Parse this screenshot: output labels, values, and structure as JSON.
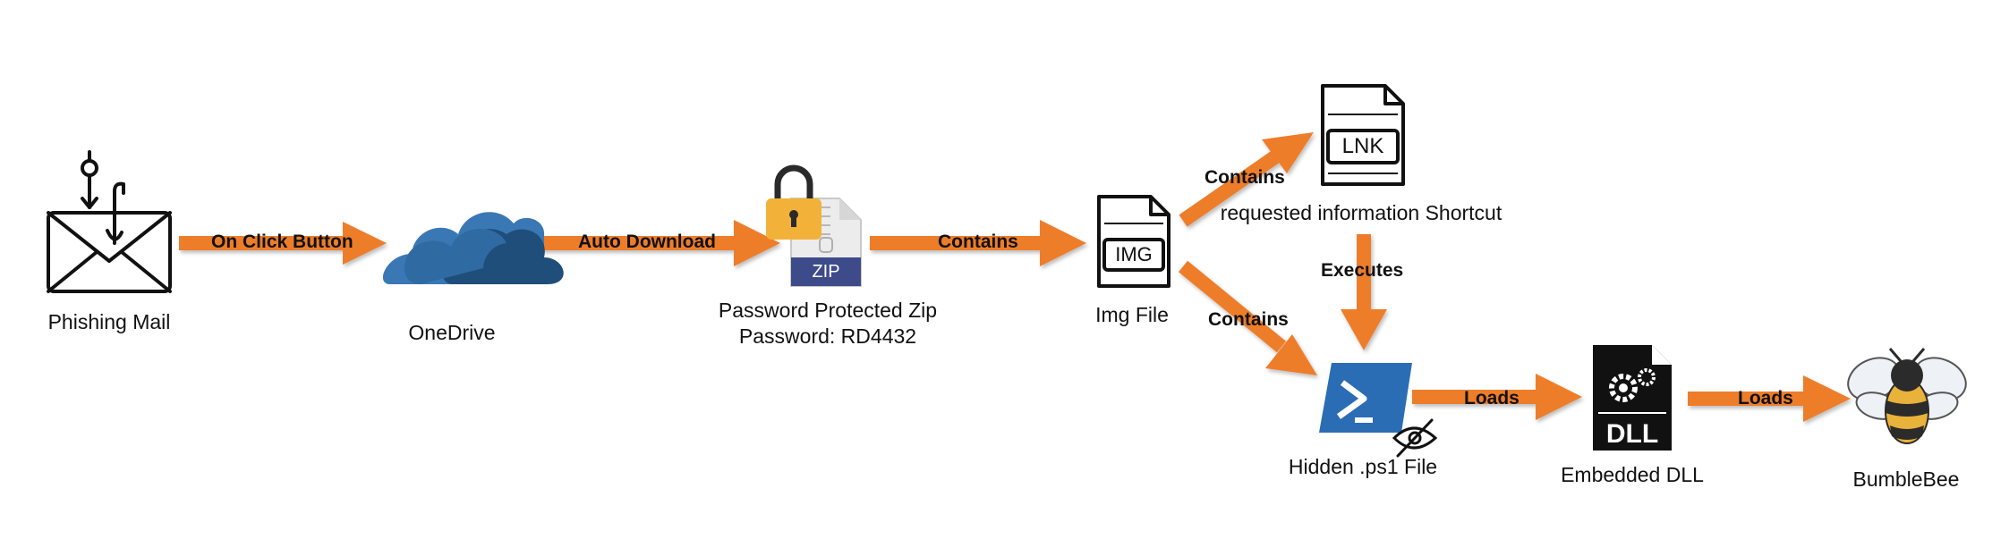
{
  "nodes": {
    "phishing_mail": {
      "label": "Phishing Mail",
      "icon": "envelope-fishhook-icon"
    },
    "onedrive": {
      "label": "OneDrive",
      "icon": "onedrive-cloud-icon"
    },
    "zip": {
      "label_line1": "Password Protected Zip",
      "label_line2": "Password: RD4432",
      "icon": "locked-zip-icon",
      "badge": "ZIP"
    },
    "img_file": {
      "label": "Img File",
      "icon": "img-file-icon",
      "badge": "IMG"
    },
    "lnk": {
      "label": "requested information Shortcut",
      "icon": "lnk-file-icon",
      "badge": "LNK"
    },
    "ps1": {
      "label": "Hidden .ps1 File",
      "icon": "powershell-icon"
    },
    "dll": {
      "label": "Embedded DLL",
      "icon": "dll-file-icon",
      "badge": "DLL"
    },
    "bumblebee": {
      "label": "BumbleBee",
      "icon": "bee-icon"
    }
  },
  "edges": {
    "mail_to_onedrive": "On Click Button",
    "onedrive_to_zip": "Auto Download",
    "zip_to_img": "Contains",
    "img_to_lnk": "Contains",
    "img_to_ps1": "Contains",
    "lnk_to_ps1": "Executes",
    "ps1_to_dll": "Loads",
    "dll_to_bee": "Loads"
  },
  "colors": {
    "arrow": "#ee7d2b",
    "onedrive_dark": "#1f4e7a",
    "onedrive_light": "#3a78b5",
    "powershell": "#2a6db5",
    "lock": "#f2b23a",
    "zip_band": "#3d4b8a"
  }
}
